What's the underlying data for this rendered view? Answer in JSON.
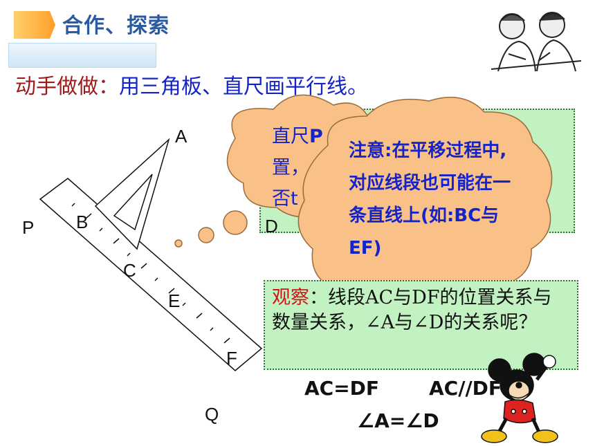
{
  "header": {
    "title": "合作、探索"
  },
  "subtitle": {
    "lead": "动手做做：",
    "rest": "用三角板、直尺画平行线。"
  },
  "points": {
    "A": "A",
    "B": "B",
    "C": "C",
    "D": "D",
    "E": "E",
    "F": "F",
    "P": "P",
    "Q": "Q"
  },
  "callout_small": {
    "line1_a": "直尺",
    "line1_b": "P",
    "line2": "置，",
    "line3": "否t"
  },
  "callout_note": {
    "text": "注意:在平移过程中,对应线段也可能在一条直线上(如:BC与EF)"
  },
  "observe": {
    "label": "观察",
    "text": "：线段AC与DF的位置关系与数量关系，∠A与∠D的关系呢？"
  },
  "results": {
    "eq1": "AC=DF",
    "eq2": "AC//DF",
    "eq3": "∠A=∠D"
  },
  "colors": {
    "cloud_fill": "#f9c187",
    "cloud_stroke": "#9a6a3a",
    "box_fill": "#c2f2c2",
    "header_icon": "#ffb84a"
  },
  "icons": {
    "header_marker": "orange-tab-icon",
    "kids": "kids-drawing-icon",
    "mascot": "mickey-mouse-icon"
  }
}
